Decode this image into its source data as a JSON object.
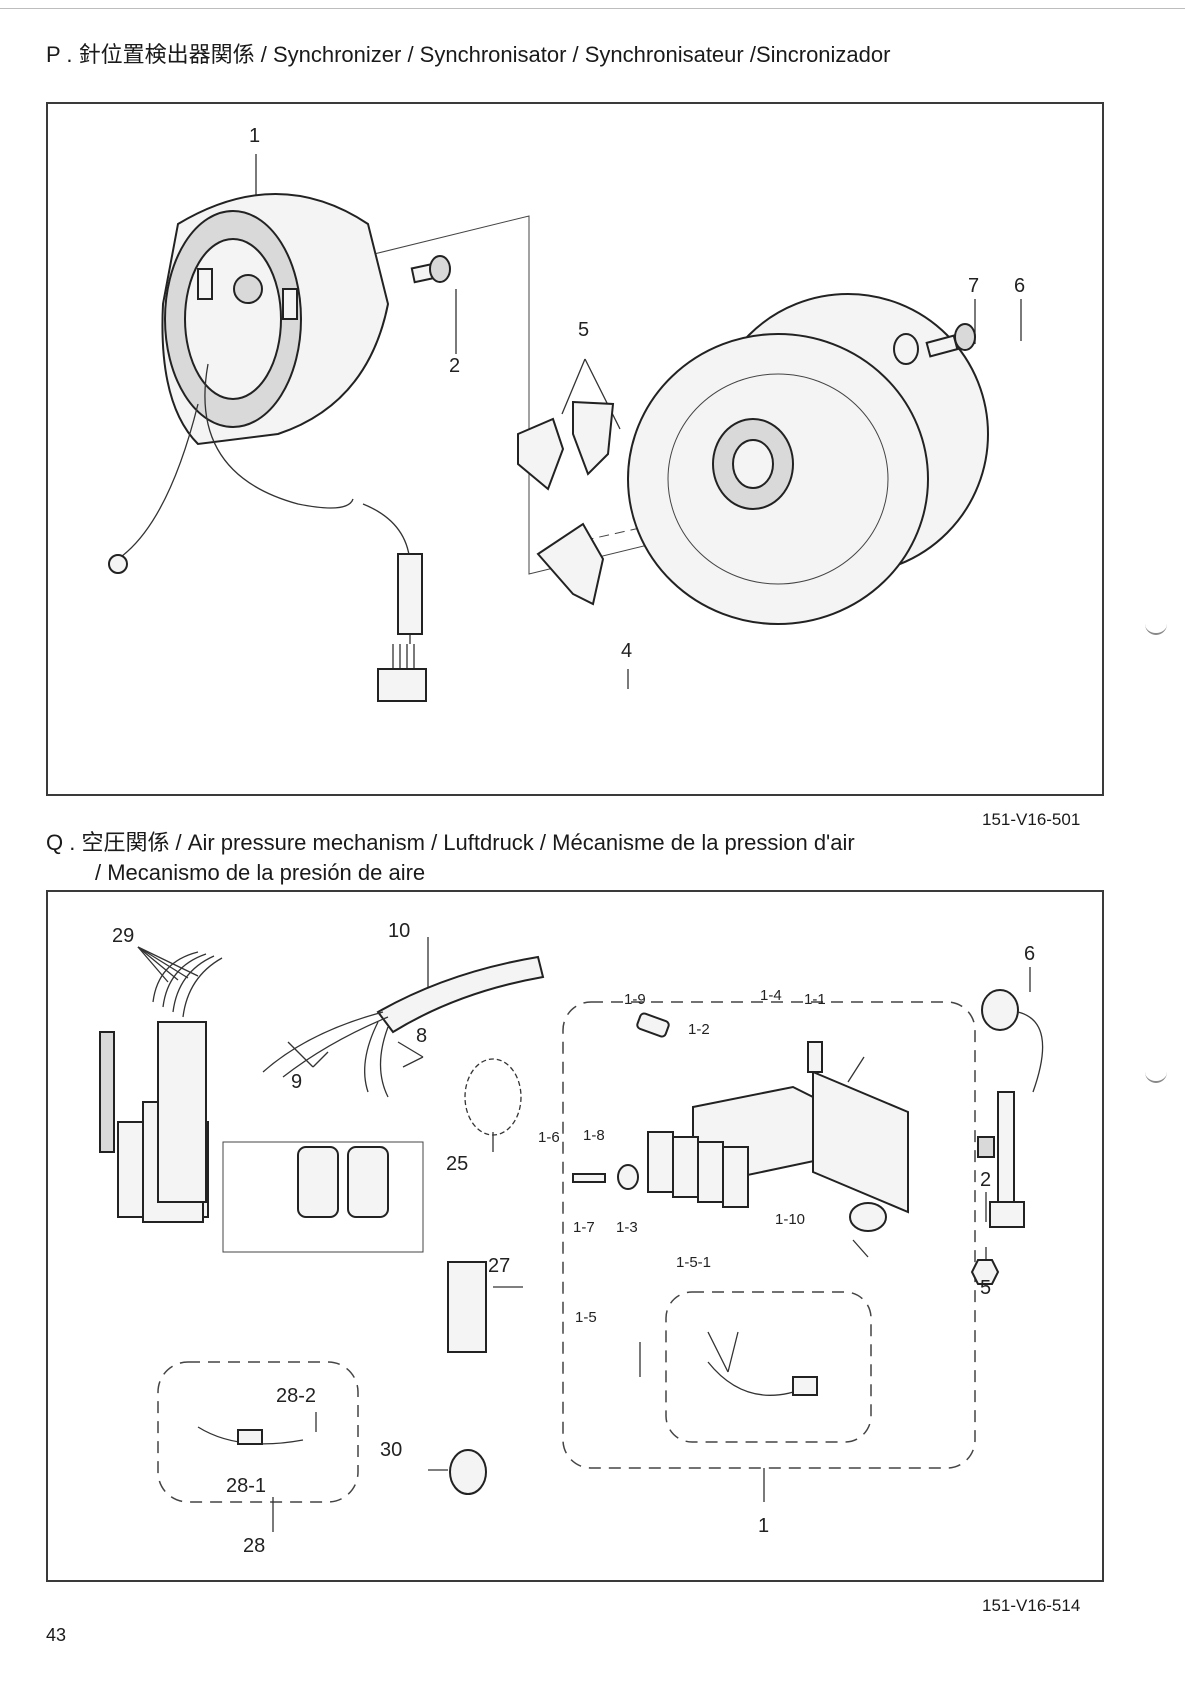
{
  "sectionP": {
    "title": "P . 針位置検出器関係 / Synchronizer / Synchronisator / Synchronisateur /Sincronizador",
    "figure_code": "151-V16-501",
    "callouts": [
      "1",
      "2",
      "4",
      "5",
      "6",
      "7"
    ]
  },
  "sectionQ": {
    "title_line1": "Q . 空圧関係 / Air pressure mechanism / Luftdruck / Mécanisme de la pression d'air",
    "title_line2": "/ Mecanismo de la presión de aire",
    "figure_code": "151-V16-514",
    "callouts": [
      "29",
      "10",
      "8",
      "9",
      "25",
      "27",
      "28-2",
      "28-1",
      "28",
      "30",
      "1-9",
      "1-4",
      "1-1",
      "1-2",
      "1-6",
      "1-8",
      "1-7",
      "1-3",
      "1-10",
      "1-5-1",
      "1-5",
      "1",
      "6",
      "2",
      "5"
    ]
  },
  "page_number": "43"
}
